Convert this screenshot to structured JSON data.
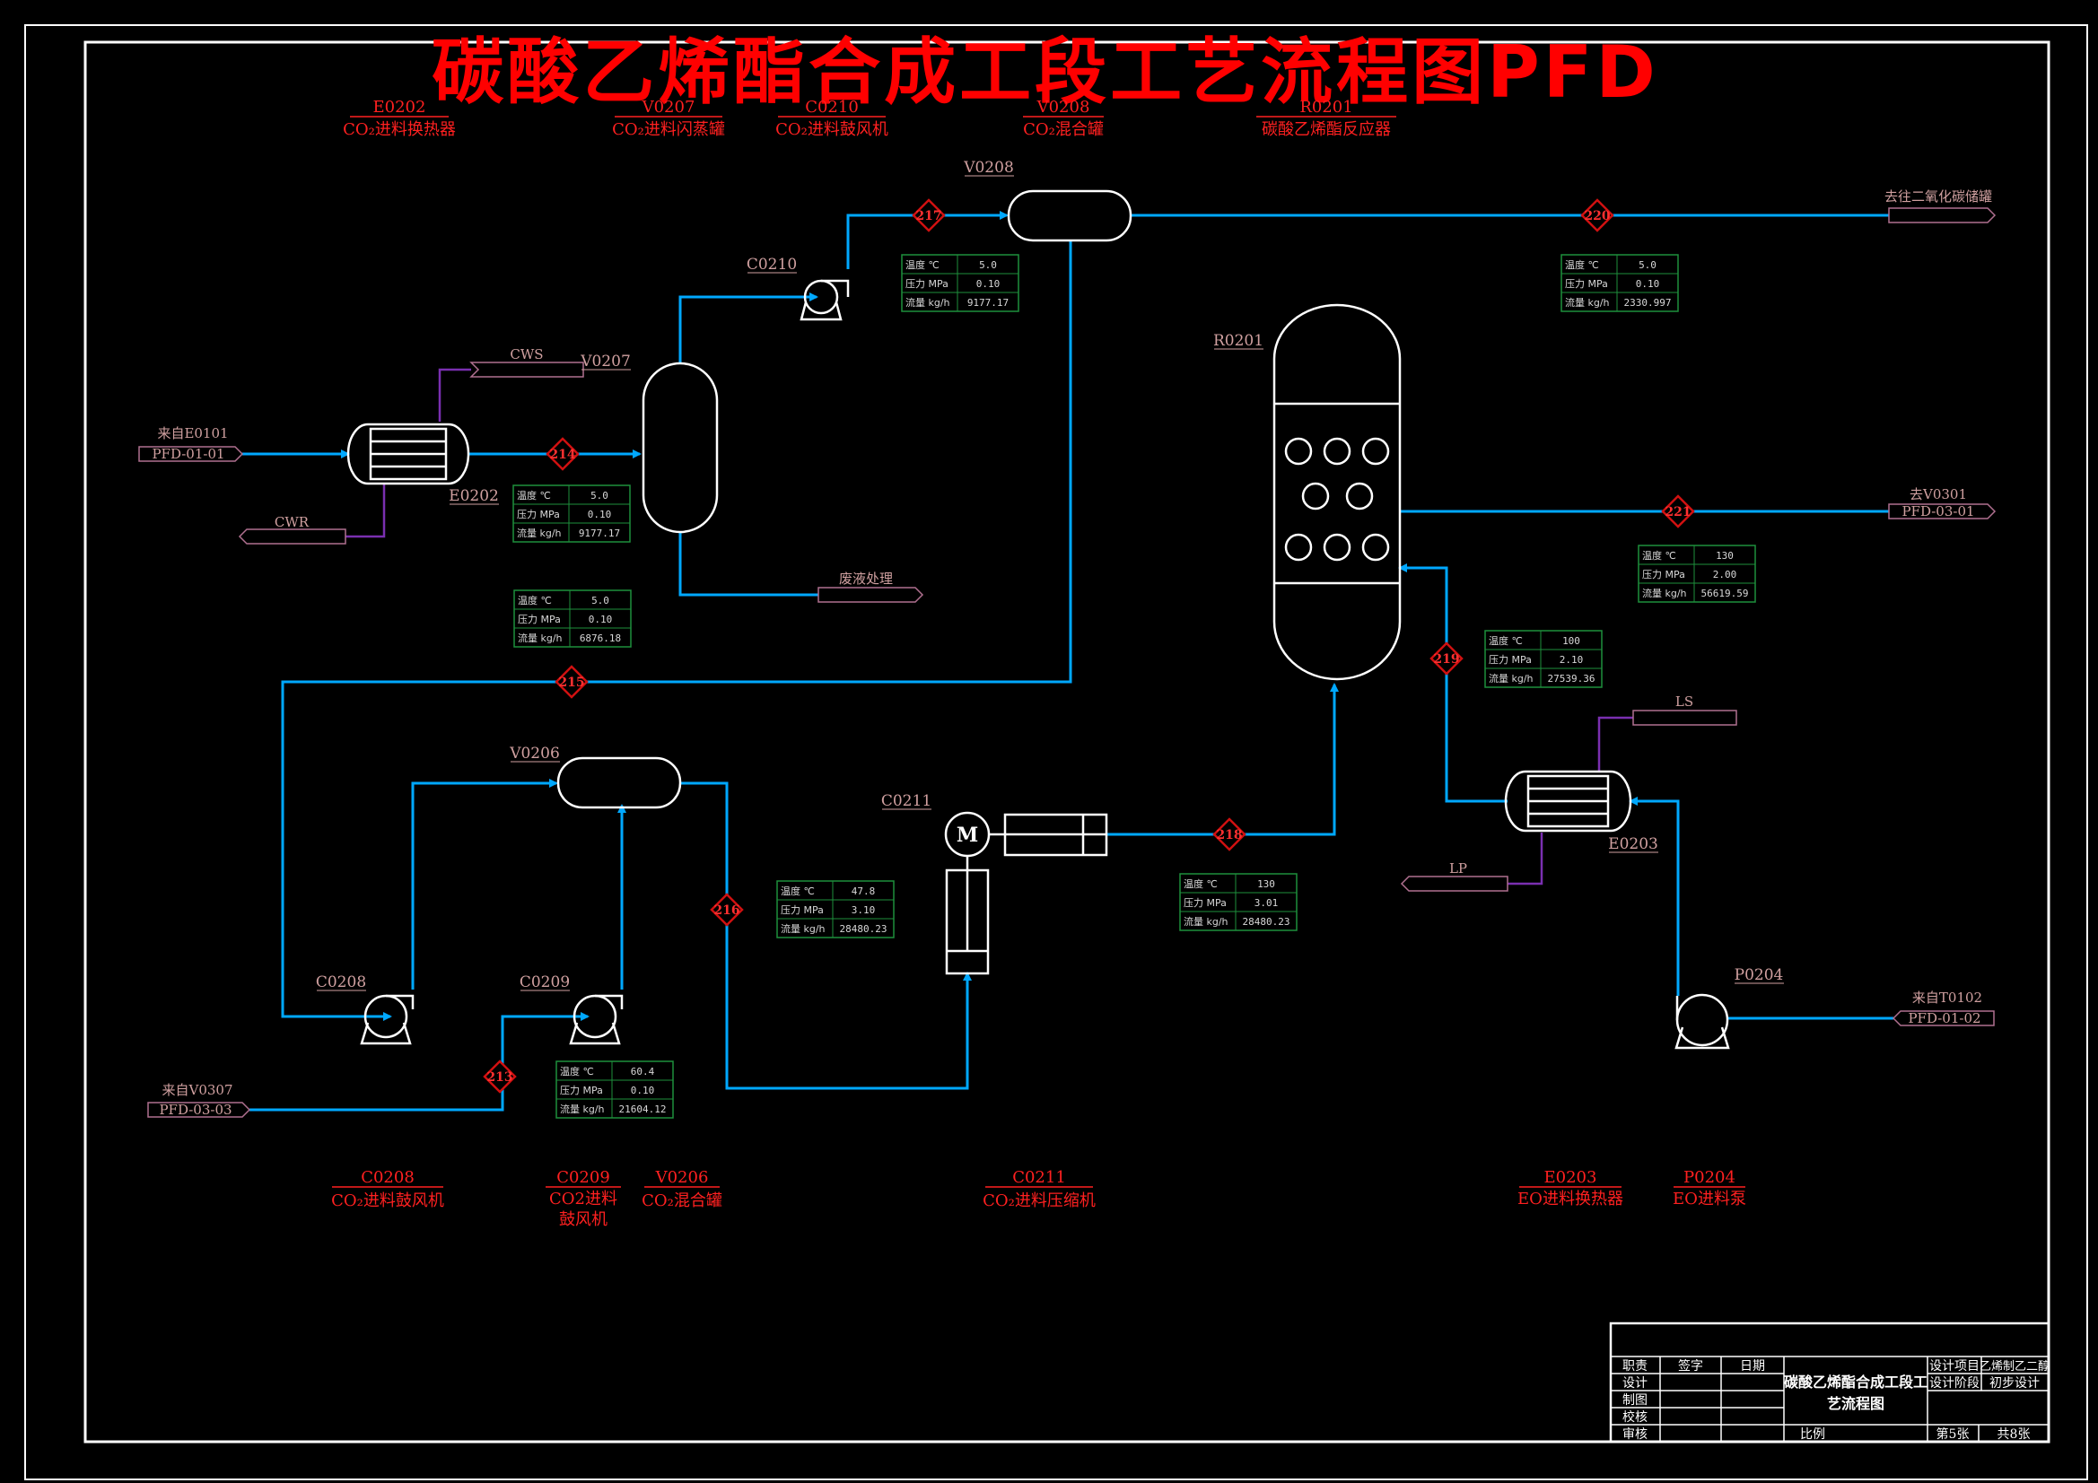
{
  "title": "碳酸乙烯酯合成工段工艺流程图PFD",
  "colors": {
    "background": "#000000",
    "frame": "#ffffff",
    "title_red": "#ff0000",
    "process_line": "#00a8ff",
    "utility_line": "#7a2fb0",
    "equipment": "#ffffff",
    "tag_text": "#d0a0a0",
    "stream_badge": "#d01010",
    "table_border": "#1e8f3c"
  },
  "header_equipment": [
    {
      "tag": "E0202",
      "desc": "CO₂进料换热器"
    },
    {
      "tag": "V0207",
      "desc": "CO₂进料闪蒸罐"
    },
    {
      "tag": "C0210",
      "desc": "CO₂进料鼓风机"
    },
    {
      "tag": "V0208",
      "desc": "CO₂混合罐"
    },
    {
      "tag": "R0201",
      "desc": "碳酸乙烯酯反应器"
    }
  ],
  "footer_equipment": [
    {
      "tag": "C0208",
      "desc": "CO₂进料鼓风机"
    },
    {
      "tag": "C0209",
      "desc": "CO2进料",
      "desc2": "鼓风机"
    },
    {
      "tag": "V0206",
      "desc": "CO₂混合罐"
    },
    {
      "tag": "C0211",
      "desc": "CO₂进料压缩机"
    },
    {
      "tag": "E0203",
      "desc": "EO进料换热器"
    },
    {
      "tag": "P0204",
      "desc": "EO进料泵"
    }
  ],
  "equipment_tags": {
    "V0208": "V0208",
    "C0210": "C0210",
    "V0207": "V0207",
    "E0202": "E0202",
    "R0201": "R0201",
    "V0206": "V0206",
    "C0211": "C0211",
    "C0208": "C0208",
    "C0209": "C0209",
    "E0203": "E0203",
    "P0204": "P0204",
    "motor": "M"
  },
  "offpage": {
    "from_e0101": {
      "label": "来自E0101",
      "ref": "PFD-01-01"
    },
    "to_co2_tank": {
      "label": "去往二氧化碳储罐"
    },
    "cws": {
      "label": "CWS"
    },
    "cwr": {
      "label": "CWR"
    },
    "waste": {
      "label": "废液处理"
    },
    "to_v0301": {
      "label": "去V0301",
      "ref": "PFD-03-01"
    },
    "ls": {
      "label": "LS"
    },
    "lp": {
      "label": "LP"
    },
    "from_t0102": {
      "label": "来自T0102",
      "ref": "PFD-01-02"
    },
    "from_v0307": {
      "label": "来自V0307",
      "ref": "PFD-03-03"
    }
  },
  "stream_labels": {
    "temp": "温度 ℃",
    "press": "压力 MPa",
    "flow": "流量 kg/h"
  },
  "streams": [
    {
      "id": "217",
      "temp": "5.0",
      "press": "0.10",
      "flow": "9177.17"
    },
    {
      "id": "220",
      "temp": "5.0",
      "press": "0.10",
      "flow": "2330.997"
    },
    {
      "id": "214",
      "temp": "5.0",
      "press": "0.10",
      "flow": "9177.17"
    },
    {
      "id": "215",
      "temp": "5.0",
      "press": "0.10",
      "flow": "6876.18"
    },
    {
      "id": "221",
      "temp": "130",
      "press": "2.00",
      "flow": "56619.59"
    },
    {
      "id": "219",
      "temp": "100",
      "press": "2.10",
      "flow": "27539.36"
    },
    {
      "id": "216",
      "temp": "47.8",
      "press": "3.10",
      "flow": "28480.23"
    },
    {
      "id": "218",
      "temp": "130",
      "press": "3.01",
      "flow": "28480.23"
    },
    {
      "id": "213",
      "temp": "60.4",
      "press": "0.10",
      "flow": "21604.12"
    }
  ],
  "title_block": {
    "col_role": "职责",
    "col_sign": "签字",
    "col_date": "日期",
    "roles": [
      "设计",
      "制图",
      "校核",
      "审核"
    ],
    "drawing_title_1": "碳酸乙烯酯合成工段工",
    "drawing_title_2": "艺流程图",
    "project_label": "设计项目",
    "project_value": "乙烯制乙二醇",
    "stage_label": "设计阶段",
    "stage_value": "初步设计",
    "scale_label": "比例",
    "sheet": "第5张",
    "total": "共8张"
  }
}
